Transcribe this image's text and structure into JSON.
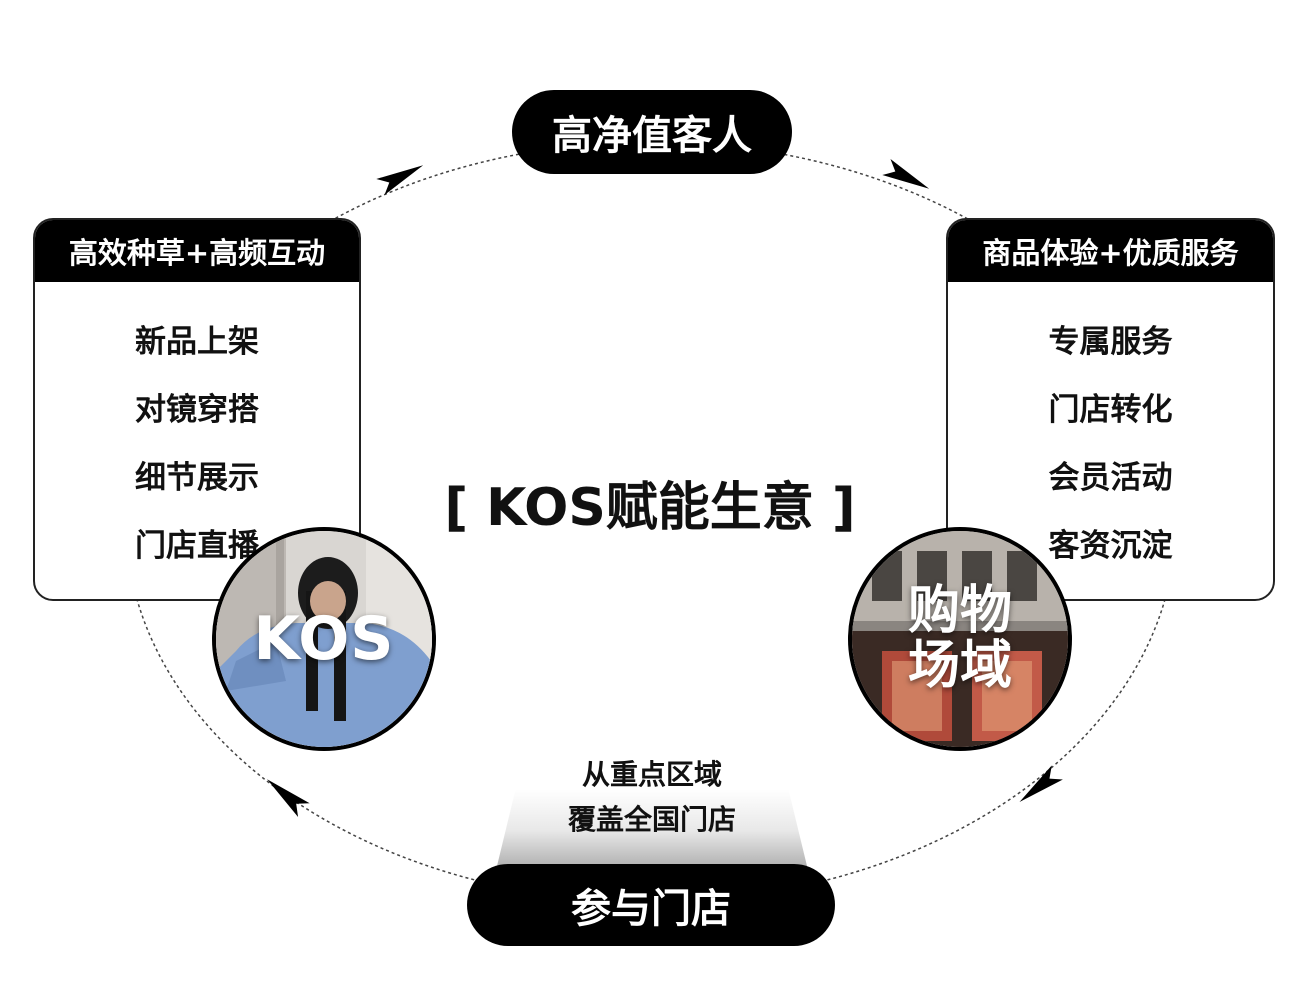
{
  "center": {
    "title": "[ KOS赋能生意 ]"
  },
  "nodes": {
    "top": "高净值客人",
    "bottom": "参与门店"
  },
  "left_panel": {
    "header": "高效种草+高频互动",
    "items": [
      "新品上架",
      "对镜穿搭",
      "细节展示",
      "门店直播"
    ]
  },
  "right_panel": {
    "header": "商品体验+优质服务",
    "items": [
      "专属服务",
      "门店转化",
      "会员活动",
      "客资沉淀"
    ]
  },
  "left_circle": {
    "label": "KOS"
  },
  "right_circle": {
    "label_line1": "购物",
    "label_line2": "场域"
  },
  "bottom_note": {
    "line1": "从重点区域",
    "line2": "覆盖全国门店"
  },
  "colors": {
    "ink": "#000000",
    "panel_header_bg": "#000000",
    "panel_header_text": "#ffffff",
    "background": "#ffffff"
  },
  "icons": {
    "left_circle": "person-photo",
    "right_circle": "storefront-photo",
    "ring_arrows": "arrowhead-icon"
  }
}
